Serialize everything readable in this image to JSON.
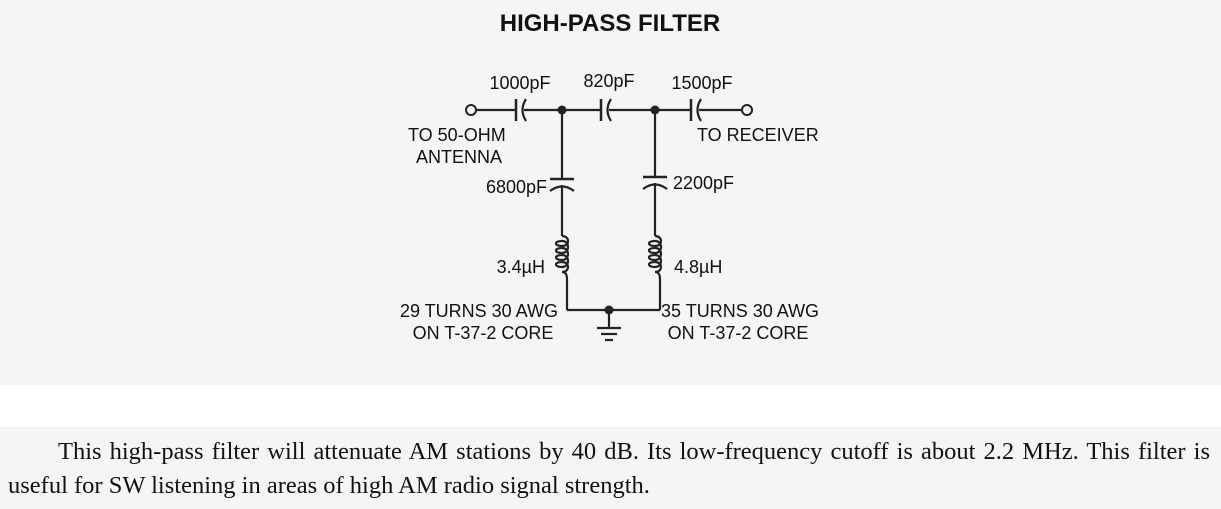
{
  "title": "HIGH-PASS FILTER",
  "components": {
    "c1": "1000pF",
    "c2": "820pF",
    "c3": "1500pF",
    "c4": "6800pF",
    "c5": "2200pF",
    "l1": "3.4µH",
    "l2": "4.8µH"
  },
  "labels": {
    "input_line1": "TO 50-OHM",
    "input_line2": "ANTENNA",
    "output": "TO RECEIVER",
    "l1_note_line1": "29 TURNS 30 AWG",
    "l1_note_line2": "ON T-37-2 CORE",
    "l2_note_line1": "35 TURNS 30 AWG",
    "l2_note_line2": "ON T-37-2 CORE"
  },
  "caption": "This high-pass filter will attenuate AM stations by 40 dB. Its low-frequency cutoff is about 2.2 MHz. This filter is useful for SW listening in areas of high AM radio signal strength."
}
